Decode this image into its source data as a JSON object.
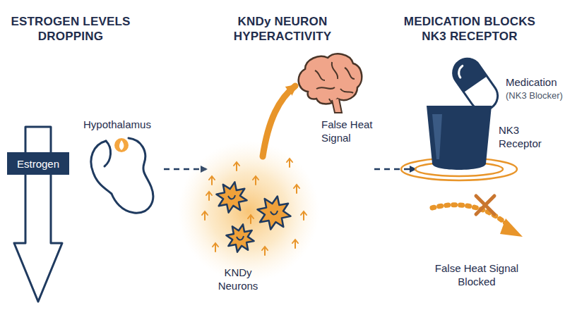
{
  "diagram": {
    "nodes": [
      {
        "text": [
          "Estrogen"
        ]
      }
    ],
    "labels": [
      "ESTROGEN LEVELS DROPPING",
      "KNDy NEURON HYPERACTIVITY",
      "MEDICATION BLOCKS NK3 RECEPTOR",
      "Hypothalamus",
      "KNDy Neurons",
      "False Heat Signal",
      "Medication",
      "(NK3 Blocker)",
      "NK3 Receptor",
      "False Heat Signal Blocked"
    ]
  }
}
